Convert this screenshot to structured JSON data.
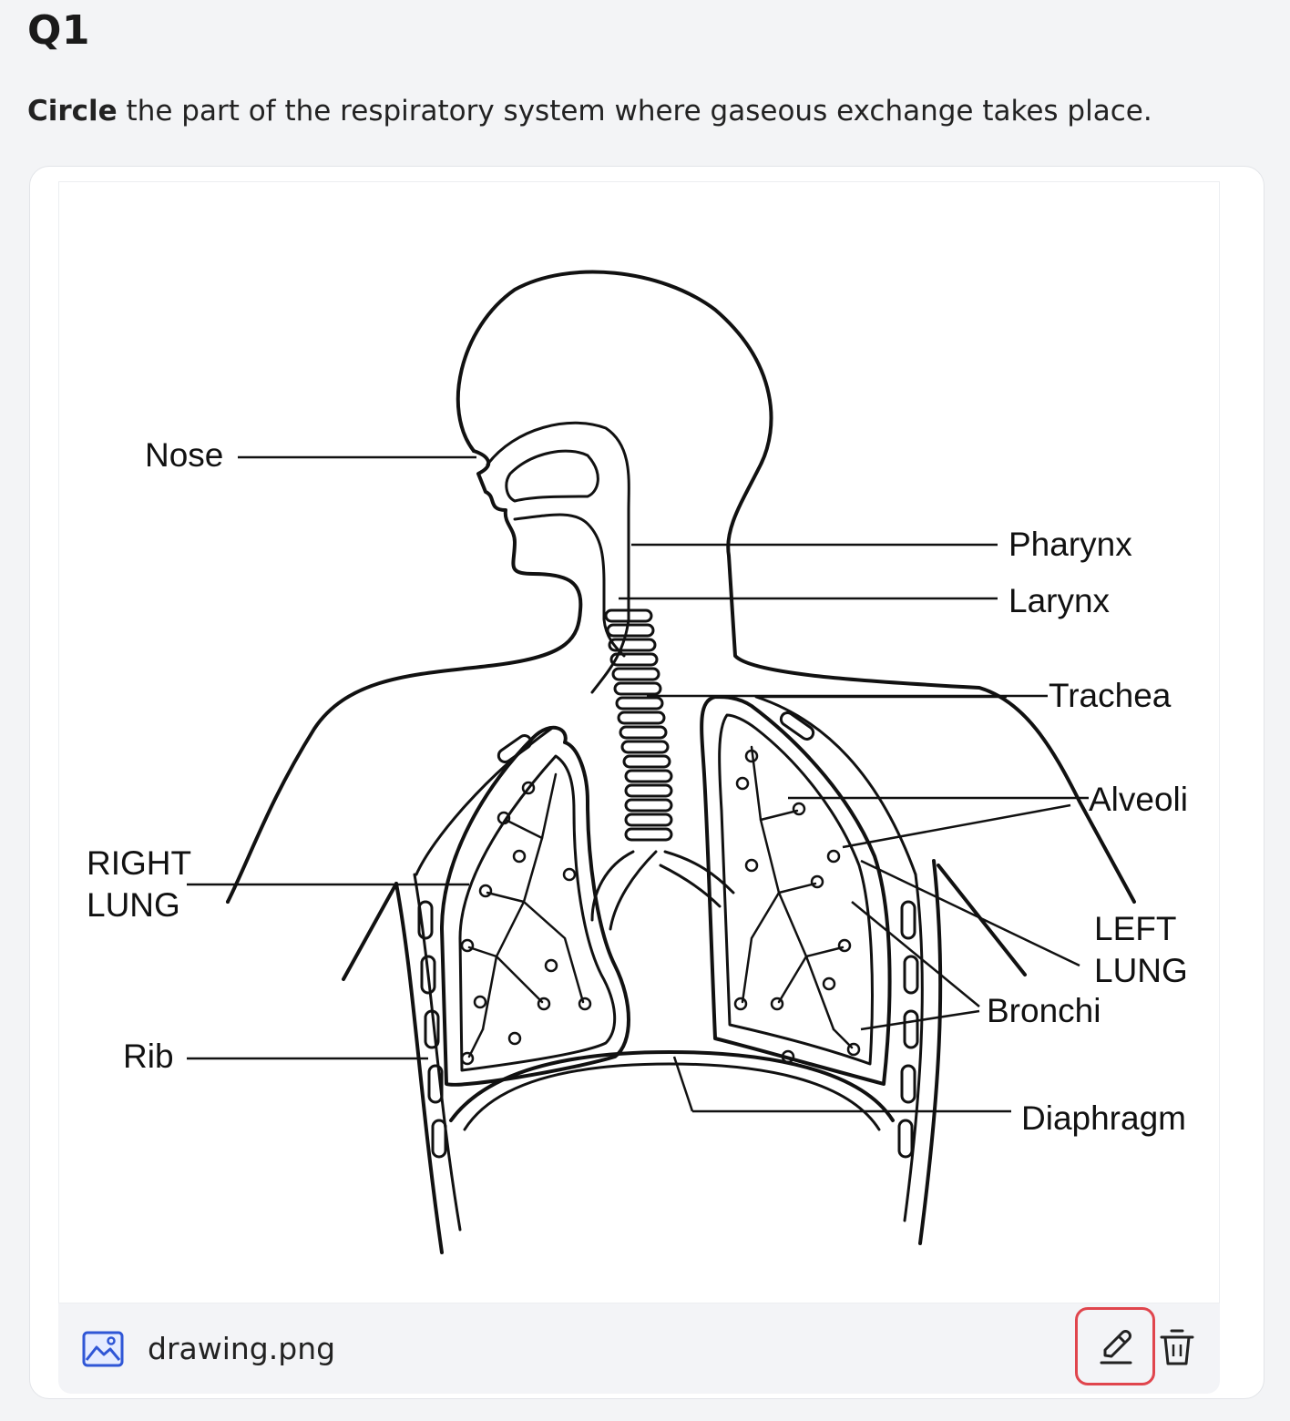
{
  "question": {
    "number": "Q1",
    "emphasis": "Circle",
    "text": " the part of the respiratory system where gaseous exchange takes place."
  },
  "diagram": {
    "labels": {
      "nose": "Nose",
      "pharynx": "Pharynx",
      "larynx": "Larynx",
      "trachea": "Trachea",
      "alveoli": "Alveoli",
      "right_lung_1": "RIGHT",
      "right_lung_2": "LUNG",
      "left_lung_1": "LEFT",
      "left_lung_2": "LUNG",
      "bronchi": "Bronchi",
      "rib": "Rib",
      "diaphragm": "Diaphragm"
    }
  },
  "attachment": {
    "file_name": "drawing.png",
    "file_icon": "image-icon",
    "actions": [
      {
        "name": "edit",
        "icon": "pencil-icon",
        "highlight_color": "#e0454d"
      },
      {
        "name": "delete",
        "icon": "trash-icon"
      }
    ]
  },
  "colors": {
    "accent_icon": "#2f56d6",
    "highlight": "#e0454d"
  }
}
